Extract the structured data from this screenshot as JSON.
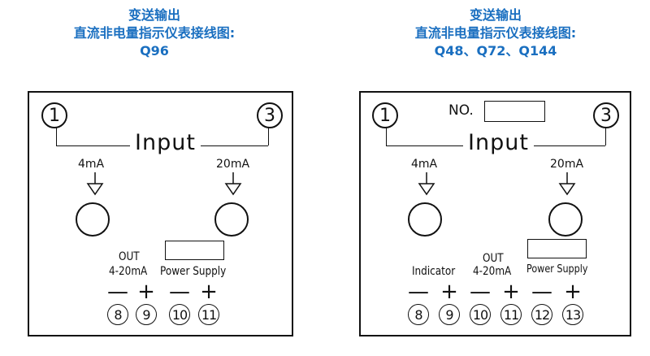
{
  "left": {
    "title_lines": [
      "变送输出",
      "直流非电量指示仪表接线图:",
      "Q96"
    ],
    "input_label": "Input",
    "pin_left": "1",
    "pin_right": "3",
    "ma_left": "4mA",
    "ma_right": "20mA",
    "out_line1": "OUT",
    "out_line2": "4-20mA",
    "power_label": "Power Supply",
    "signs": [
      "—",
      "+",
      "—",
      "+"
    ],
    "terminals": [
      "8",
      "9",
      "10",
      "11"
    ]
  },
  "right": {
    "title_lines": [
      "变送输出",
      "直流非电量指示仪表接线图:",
      "Q48、Q72、Q144"
    ],
    "no_label": "NO.",
    "input_label": "Input",
    "pin_left": "1",
    "pin_right": "3",
    "ma_left": "4mA",
    "ma_right": "20mA",
    "indicator_label": "Indicator",
    "out_line1": "OUT",
    "out_line2": "4-20mA",
    "power_label": "Power Supply",
    "signs": [
      "—",
      "+",
      "—",
      "+",
      "—",
      "+"
    ],
    "terminals": [
      "8",
      "9",
      "10",
      "11",
      "12",
      "13"
    ]
  }
}
